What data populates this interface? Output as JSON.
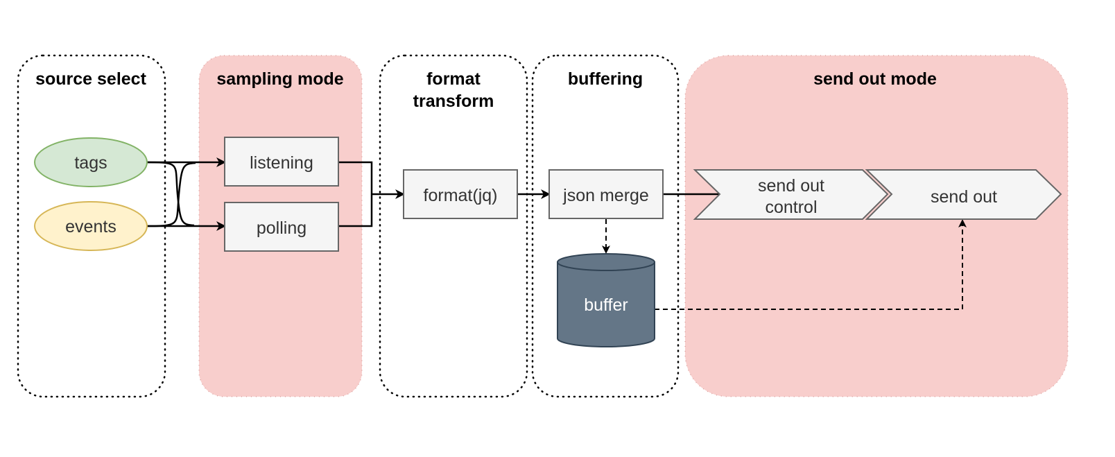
{
  "lanes": {
    "source_select": "source select",
    "sampling_mode": "sampling mode",
    "format_transform_line1": "format",
    "format_transform_line2": "transform",
    "buffering": "buffering",
    "send_out_mode": "send out mode"
  },
  "nodes": {
    "tags": "tags",
    "events": "events",
    "listening": "listening",
    "polling": "polling",
    "format": "format(jq)",
    "json_merge": "json merge",
    "buffer": "buffer",
    "send_out_control_line1": "send out",
    "send_out_control_line2": "control",
    "send_out": "send out"
  },
  "colors": {
    "lane_highlight_fill": "#f8cecc",
    "tags_fill": "#d5e8d4",
    "tags_stroke": "#82b366",
    "events_fill": "#fff2cc",
    "events_stroke": "#d6b656",
    "process_fill": "#f5f5f5",
    "process_stroke": "#666666",
    "buffer_fill": "#647687",
    "buffer_stroke": "#314354"
  }
}
